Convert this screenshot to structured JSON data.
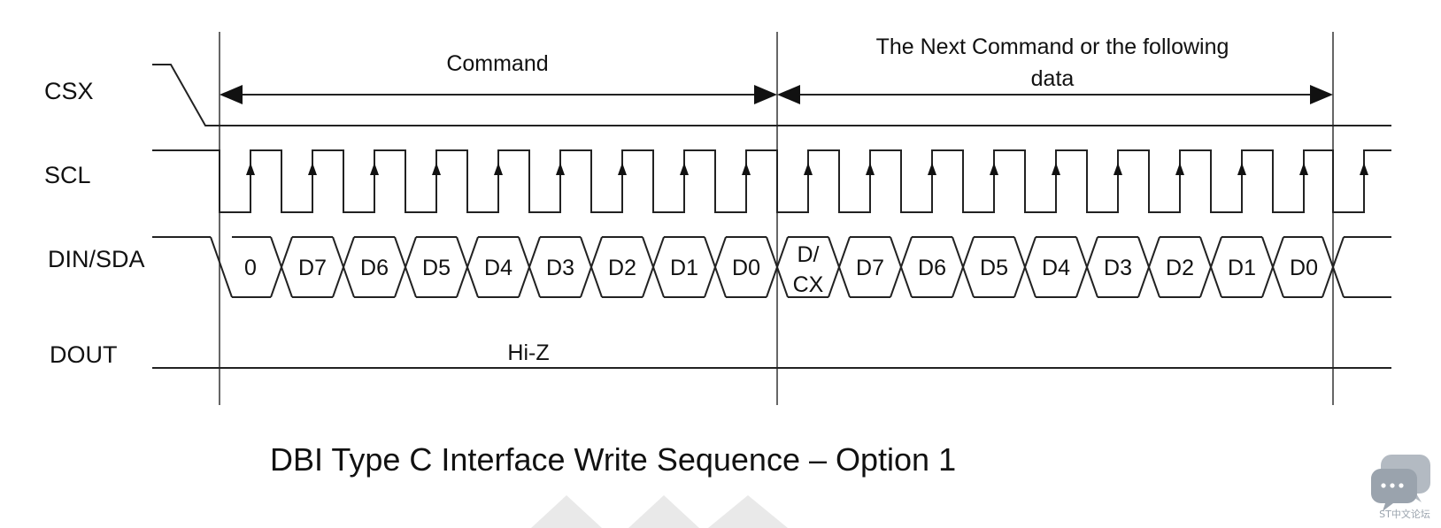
{
  "signals": {
    "csx": "CSX",
    "scl": "SCL",
    "din": "DIN/SDA",
    "dout": "DOUT"
  },
  "spans": {
    "command": "Command",
    "next_line1": "The Next Command or the following",
    "next_line2": "data"
  },
  "hiz": "Hi-Z",
  "frame1_bits": [
    "0",
    "D7",
    "D6",
    "D5",
    "D4",
    "D3",
    "D2",
    "D1",
    "D0"
  ],
  "frame2_bits": [
    "D/\nCX",
    "D7",
    "D6",
    "D5",
    "D4",
    "D3",
    "D2",
    "D1",
    "D0"
  ],
  "caption": "DBI Type C Interface Write Sequence – Option 1",
  "watermark": {
    "icon": "chat-bubbles-icon",
    "text": "ST中文论坛"
  },
  "colors": {
    "line": "#222222",
    "watermark": "#9aa3ad",
    "faint_chevrons": "#e6e6e6"
  }
}
